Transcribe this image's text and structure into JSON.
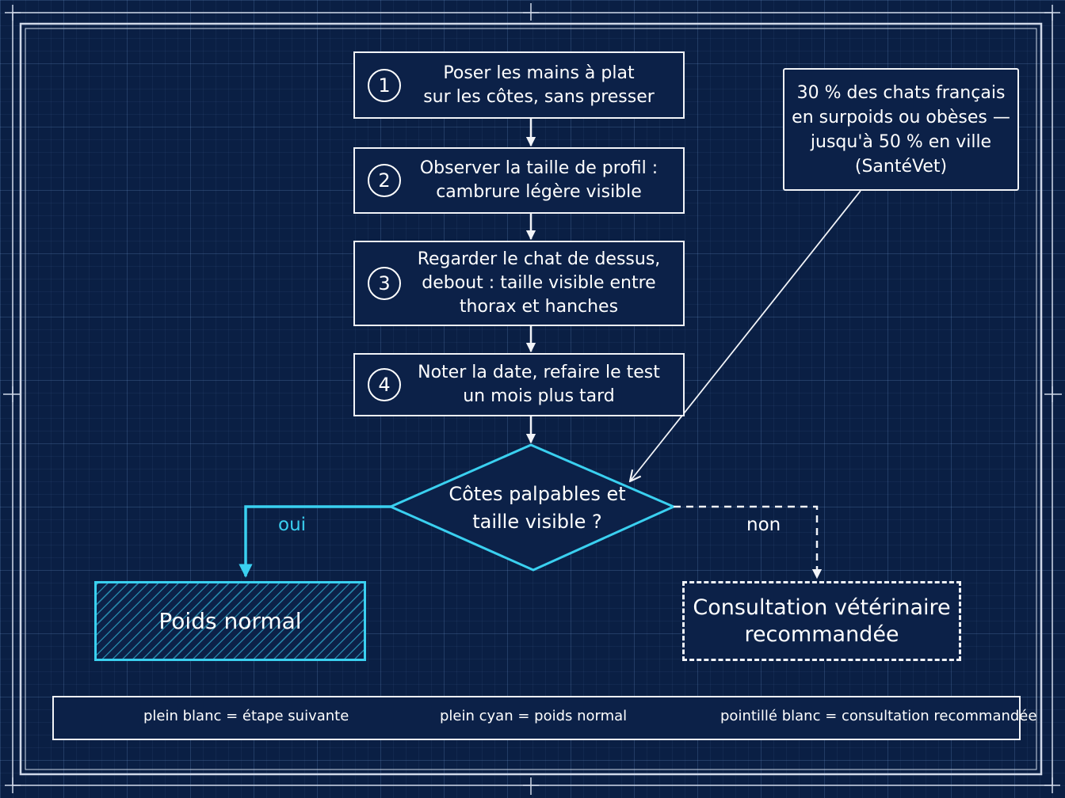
{
  "steps": [
    {
      "num": "1",
      "text": "Poser les mains à plat\nsur les côtes, sans presser"
    },
    {
      "num": "2",
      "text": "Observer la taille de profil :\ncambrure légère visible"
    },
    {
      "num": "3",
      "text": "Regarder le chat de dessus,\ndebout : taille visible entre\nthorax et hanches"
    },
    {
      "num": "4",
      "text": "Noter la date, refaire le test\nun mois plus tard"
    }
  ],
  "note": {
    "text": "30 % des chats français\nen surpoids ou obèses —\njusqu'à 50 % en ville\n(SantéVet)"
  },
  "decision": {
    "text": "Côtes palpables et\ntaille visible ?"
  },
  "branches": {
    "yes": "oui",
    "no": "non"
  },
  "outcomes": {
    "normal": "Poids normal",
    "consult": "Consultation vétérinaire\nrecommandée"
  },
  "legend": {
    "solid_white": "plein blanc = étape suivante",
    "solid_cyan": "plein cyan = poids normal",
    "dashed_white": "pointillé blanc = consultation recommandée"
  },
  "colors": {
    "background": "#0a1f44",
    "line_white": "#f2f4f8",
    "accent_cyan": "#3ad0f0"
  }
}
